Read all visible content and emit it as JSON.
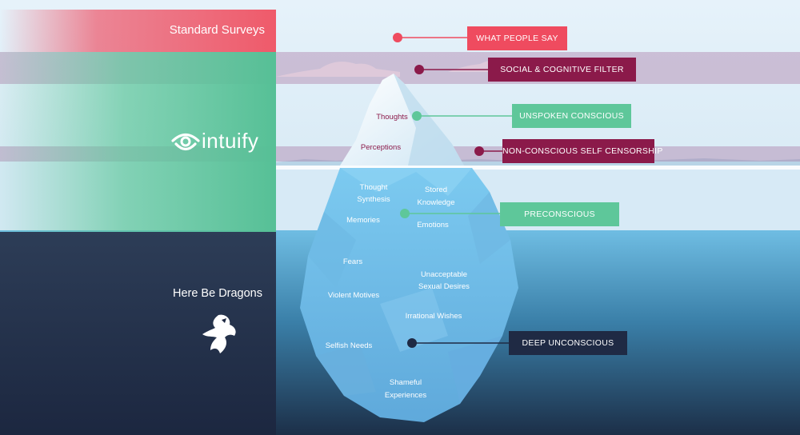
{
  "left_panel": {
    "standard_surveys": "Standard Surveys",
    "brand": "intuify",
    "here_be_dragons": "Here Be Dragons"
  },
  "iceberg": {
    "above_water": {
      "thoughts": "Thoughts",
      "perceptions": "Perceptions"
    },
    "shallow": {
      "thought_synthesis": [
        "Thought",
        "Synthesis"
      ],
      "stored_knowledge": [
        "Stored",
        "Knowledge"
      ],
      "memories": "Memories",
      "emotions": "Emotions"
    },
    "deep": {
      "fears": "Fears",
      "unacceptable_sexual_desires": [
        "Unacceptable",
        "Sexual Desires"
      ],
      "violent_motives": "Violent Motives",
      "irrational_wishes": "Irrational Wishes",
      "selfish_needs": "Selfish Needs",
      "shameful_experiences": [
        "Shameful",
        "Experiences"
      ]
    }
  },
  "callouts": {
    "what_people_say": "WHAT PEOPLE SAY",
    "social_cognitive_filter": "SOCIAL & COGNITIVE FILTER",
    "unspoken_conscious": "UNSPOKEN CONSCIOUS",
    "non_conscious_self_censorship": "NON-CONSCIOUS SELF CENSORSHIP",
    "preconscious": "PRECONSCIOUS",
    "deep_unconscious": "DEEP UNCONSCIOUS"
  },
  "colors": {
    "red": "#ef4b5f",
    "maroon": "#8b1a4a",
    "green": "#5ec79a",
    "navy": "#1f2a44",
    "sky": "#dcecf6",
    "sea": "#5aaad6"
  },
  "icons": [
    "intuify-eye-logo-icon",
    "sea-dragon-icon"
  ]
}
